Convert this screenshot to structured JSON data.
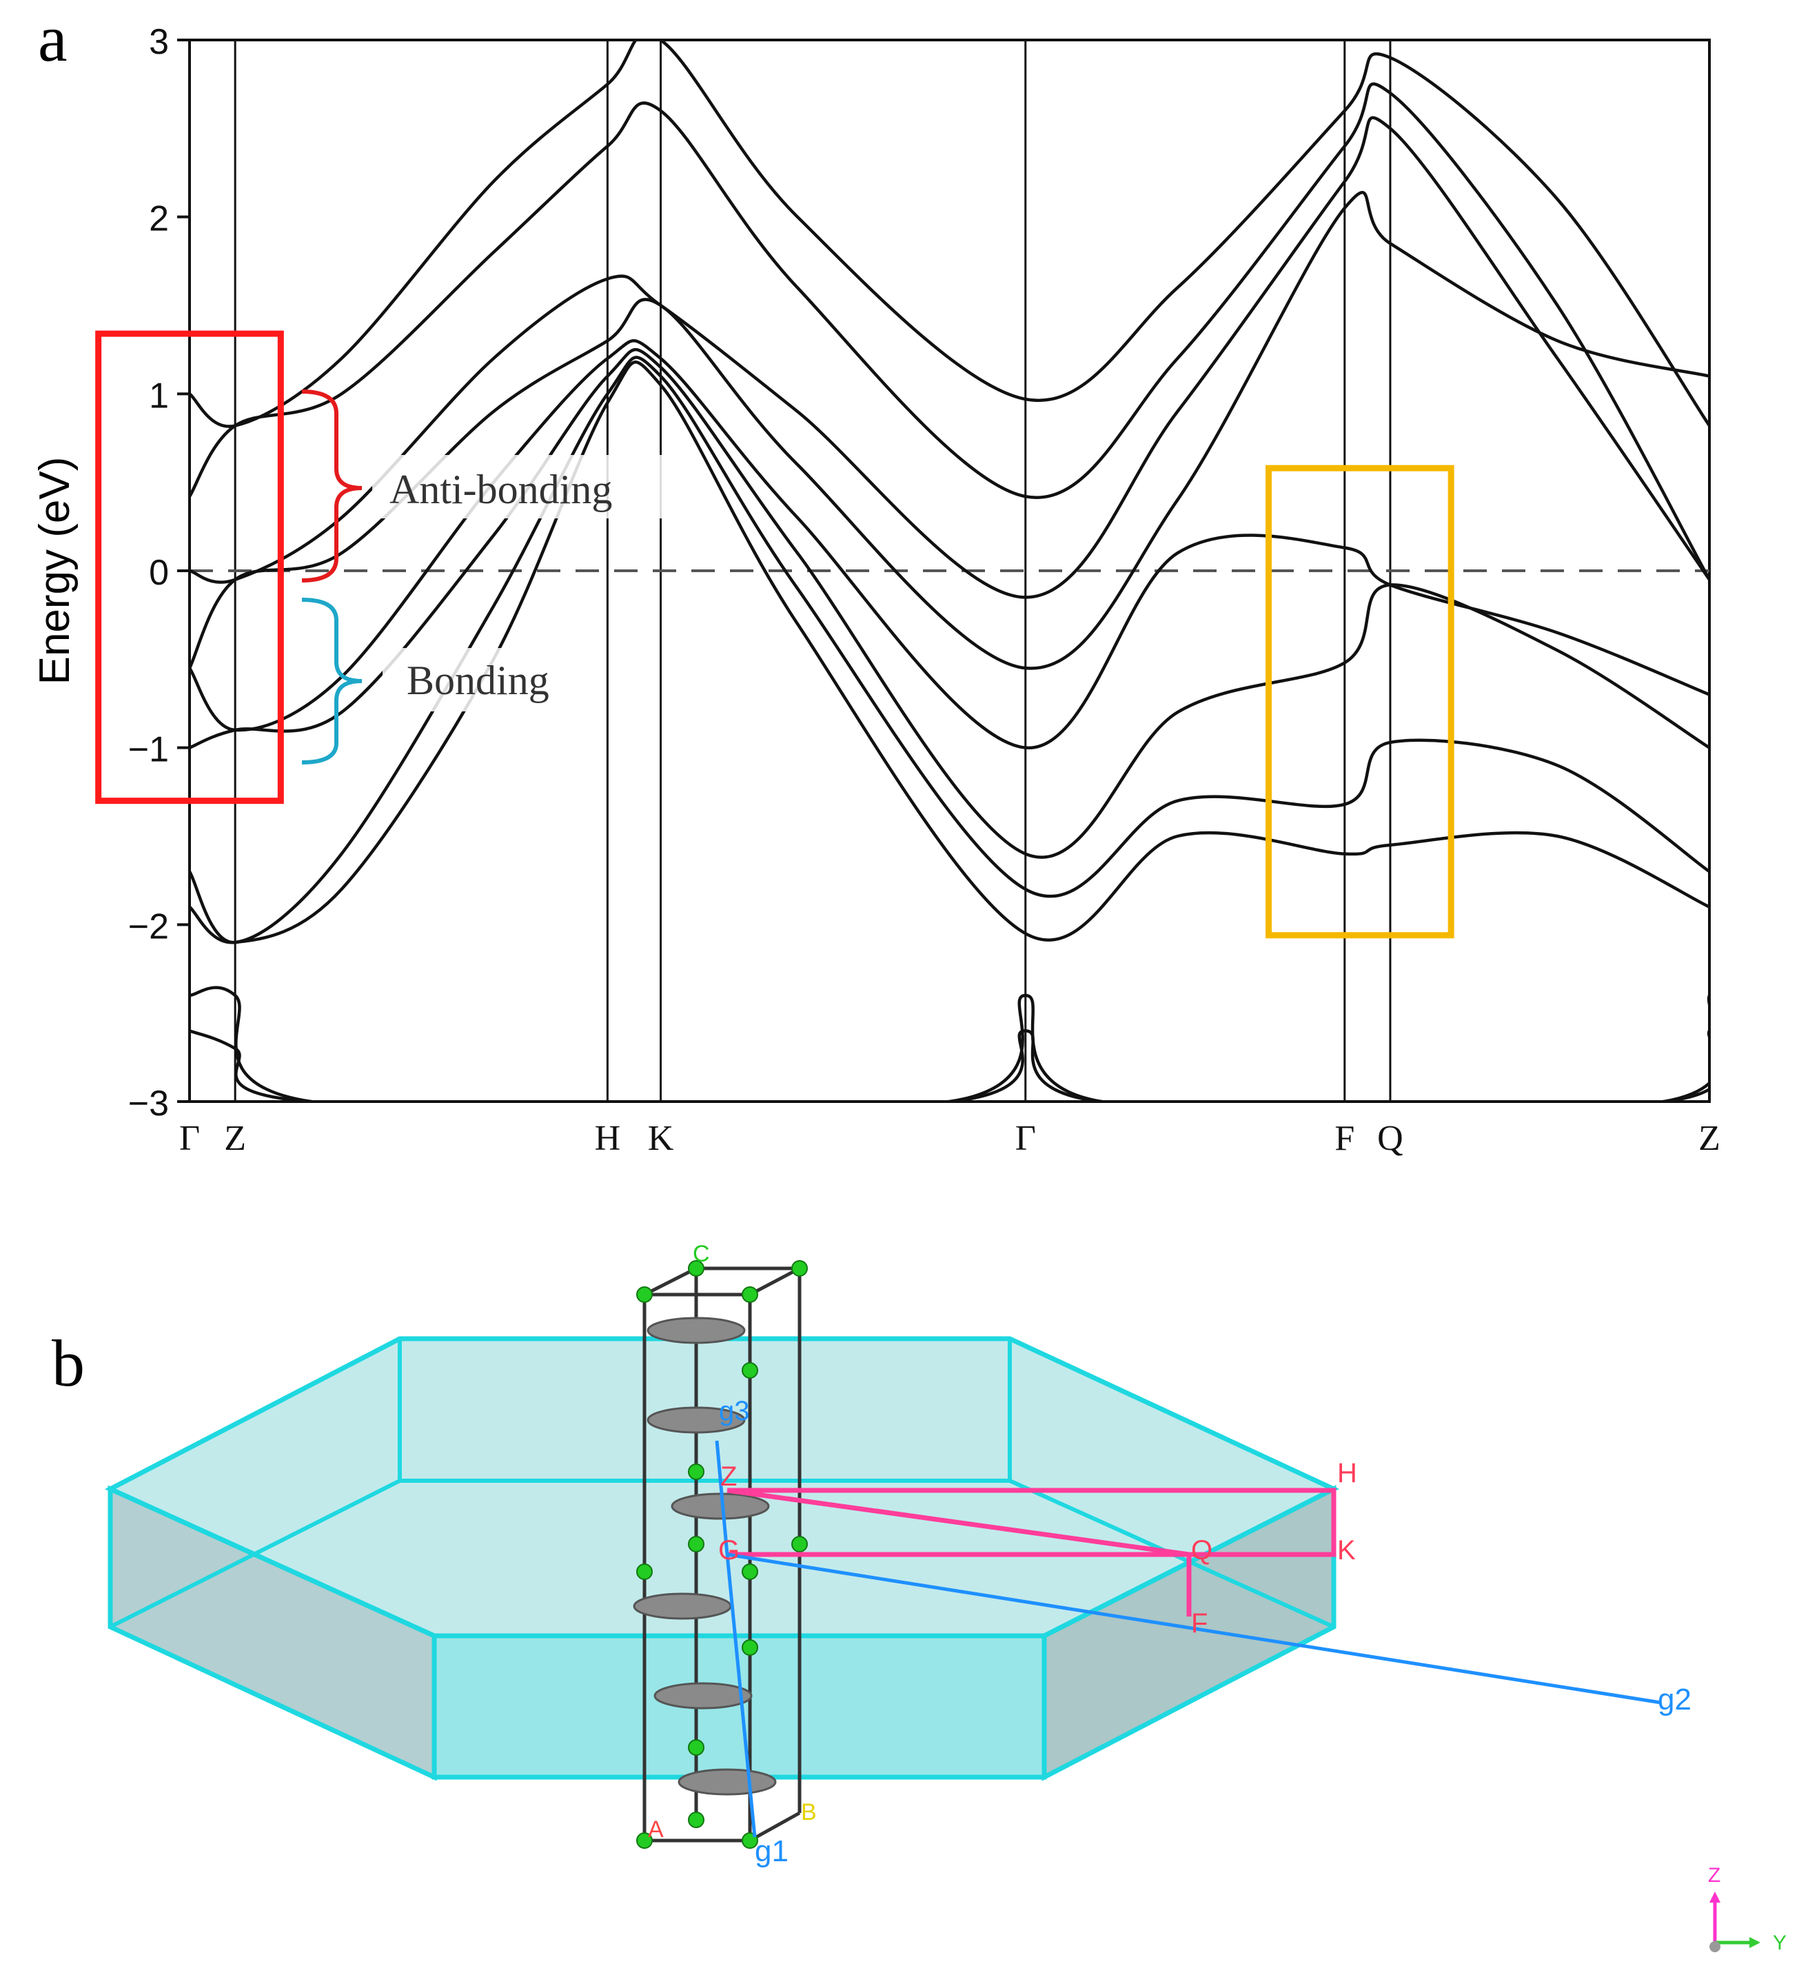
{
  "panels": {
    "a": {
      "label": "a"
    },
    "b": {
      "label": "b"
    }
  },
  "chart_data": {
    "type": "line",
    "title": "",
    "xlabel": "",
    "ylabel": "Energy (eV)",
    "ylim": [
      -3,
      3
    ],
    "y_ticks": [
      -3,
      -2,
      -1,
      0,
      1,
      2,
      3
    ],
    "y_tick_labels": [
      "−3",
      "−2",
      "−1",
      "0",
      "1",
      "2",
      "3"
    ],
    "x_ticks": [
      {
        "label": "Γ",
        "x": 0.0
      },
      {
        "label": "Z",
        "x": 0.03
      },
      {
        "label": "H",
        "x": 0.275
      },
      {
        "label": "K",
        "x": 0.31
      },
      {
        "label": "Γ",
        "x": 0.55
      },
      {
        "label": "F",
        "x": 0.76
      },
      {
        "label": "Q",
        "x": 0.79
      },
      {
        "label": "Z",
        "x": 1.0
      }
    ],
    "fermi_level": 0,
    "grid": false,
    "annotations": [
      {
        "text": "Anti-bonding",
        "color": "#e41a1c",
        "range": [
          0,
          1
        ]
      },
      {
        "text": "Bonding",
        "color": "#1ea7c9",
        "range": [
          -1.05,
          0
        ]
      }
    ],
    "highlight_boxes": [
      {
        "color": "#ff1a1a",
        "x_range": [
          -0.06,
          0.06
        ],
        "y_range": [
          -1.3,
          1.34
        ]
      },
      {
        "color": "#f5b800",
        "x_range": [
          0.71,
          0.83
        ],
        "y_range": [
          -2.06,
          0.58
        ]
      }
    ],
    "series": [
      {
        "x": [
          0.0,
          0.03,
          0.1,
          0.2,
          0.275,
          0.31,
          0.4,
          0.55,
          0.65,
          0.76,
          0.79,
          0.9,
          1.0
        ],
        "y": [
          1.0,
          0.82,
          1.2,
          2.2,
          2.75,
          3.0,
          2.0,
          0.97,
          1.6,
          2.6,
          2.9,
          2.1,
          0.82
        ]
      },
      {
        "x": [
          0.0,
          0.03,
          0.1,
          0.2,
          0.275,
          0.31,
          0.4,
          0.55,
          0.65,
          0.76,
          0.79,
          0.9,
          1.0
        ],
        "y": [
          0.42,
          0.82,
          1.0,
          1.8,
          2.4,
          2.6,
          1.6,
          0.42,
          1.2,
          2.4,
          2.7,
          1.5,
          -0.05
        ]
      },
      {
        "x": [
          0.0,
          0.03,
          0.1,
          0.2,
          0.275,
          0.31,
          0.4,
          0.55,
          0.65,
          0.76,
          0.79,
          0.9,
          1.0
        ],
        "y": [
          0.0,
          -0.05,
          0.3,
          1.2,
          1.65,
          1.5,
          0.9,
          -0.15,
          0.9,
          2.2,
          2.5,
          1.2,
          -0.05
        ]
      },
      {
        "x": [
          0.0,
          0.03,
          0.1,
          0.2,
          0.275,
          0.31,
          0.4,
          0.55,
          0.65,
          0.76,
          0.79,
          0.9,
          1.0
        ],
        "y": [
          -0.55,
          -0.05,
          0.1,
          0.9,
          1.3,
          1.5,
          0.6,
          -0.55,
          0.4,
          2.05,
          1.85,
          1.3,
          1.1
        ]
      },
      {
        "x": [
          0.0,
          0.03,
          0.1,
          0.2,
          0.275,
          0.31,
          0.4,
          0.55,
          0.65,
          0.76,
          0.79,
          0.9,
          1.0
        ],
        "y": [
          -0.55,
          -0.9,
          -0.6,
          0.5,
          1.2,
          1.2,
          0.3,
          -1.0,
          0.1,
          0.13,
          -0.08,
          -0.35,
          -0.7
        ]
      },
      {
        "x": [
          0.0,
          0.03,
          0.1,
          0.2,
          0.275,
          0.31,
          0.4,
          0.55,
          0.65,
          0.76,
          0.79,
          0.9,
          1.0
        ],
        "y": [
          -1.0,
          -0.9,
          -0.8,
          0.2,
          1.1,
          1.15,
          0.1,
          -1.6,
          -0.8,
          -0.52,
          -0.08,
          -0.45,
          -1.0
        ]
      },
      {
        "x": [
          0.0,
          0.03,
          0.1,
          0.2,
          0.275,
          0.31,
          0.4,
          0.55,
          0.65,
          0.76,
          0.79,
          0.9,
          1.0
        ],
        "y": [
          -1.7,
          -2.1,
          -1.6,
          -0.2,
          1.0,
          1.1,
          -0.1,
          -1.8,
          -1.3,
          -1.32,
          -0.97,
          -1.1,
          -1.7
        ]
      },
      {
        "x": [
          0.0,
          0.03,
          0.1,
          0.2,
          0.275,
          0.31,
          0.4,
          0.55,
          0.65,
          0.76,
          0.79,
          0.9,
          1.0
        ],
        "y": [
          -1.9,
          -2.1,
          -1.8,
          -0.5,
          0.95,
          1.05,
          -0.3,
          -2.05,
          -1.5,
          -1.6,
          -1.55,
          -1.5,
          -1.9
        ]
      },
      {
        "x": [
          0.0,
          0.03,
          0.08,
          0.5,
          0.55,
          0.6,
          0.97,
          1.0
        ],
        "y": [
          -2.4,
          -2.4,
          -3.0,
          -3.0,
          -2.4,
          -3.0,
          -3.0,
          -2.4
        ]
      },
      {
        "x": [
          0.0,
          0.03,
          0.08,
          0.5,
          0.55,
          0.6,
          0.97,
          1.0
        ],
        "y": [
          -2.6,
          -2.7,
          -3.0,
          -3.0,
          -2.6,
          -3.0,
          -3.0,
          -2.6
        ]
      }
    ]
  },
  "brillouin_zone": {
    "point_labels": [
      "H",
      "K",
      "Q",
      "F",
      "Z",
      "G"
    ],
    "vector_labels": [
      "g1",
      "g2",
      "g3"
    ],
    "lattice_labels": [
      "A",
      "B",
      "C"
    ],
    "axis_labels": [
      "Z",
      "Y"
    ],
    "colors": {
      "zone": "#7fd6d8",
      "zone_edge": "#1fd8e0",
      "path": "#ff3d9a",
      "vector": "#1e90ff",
      "atom": "#22cc22",
      "cell": "#333333"
    }
  }
}
